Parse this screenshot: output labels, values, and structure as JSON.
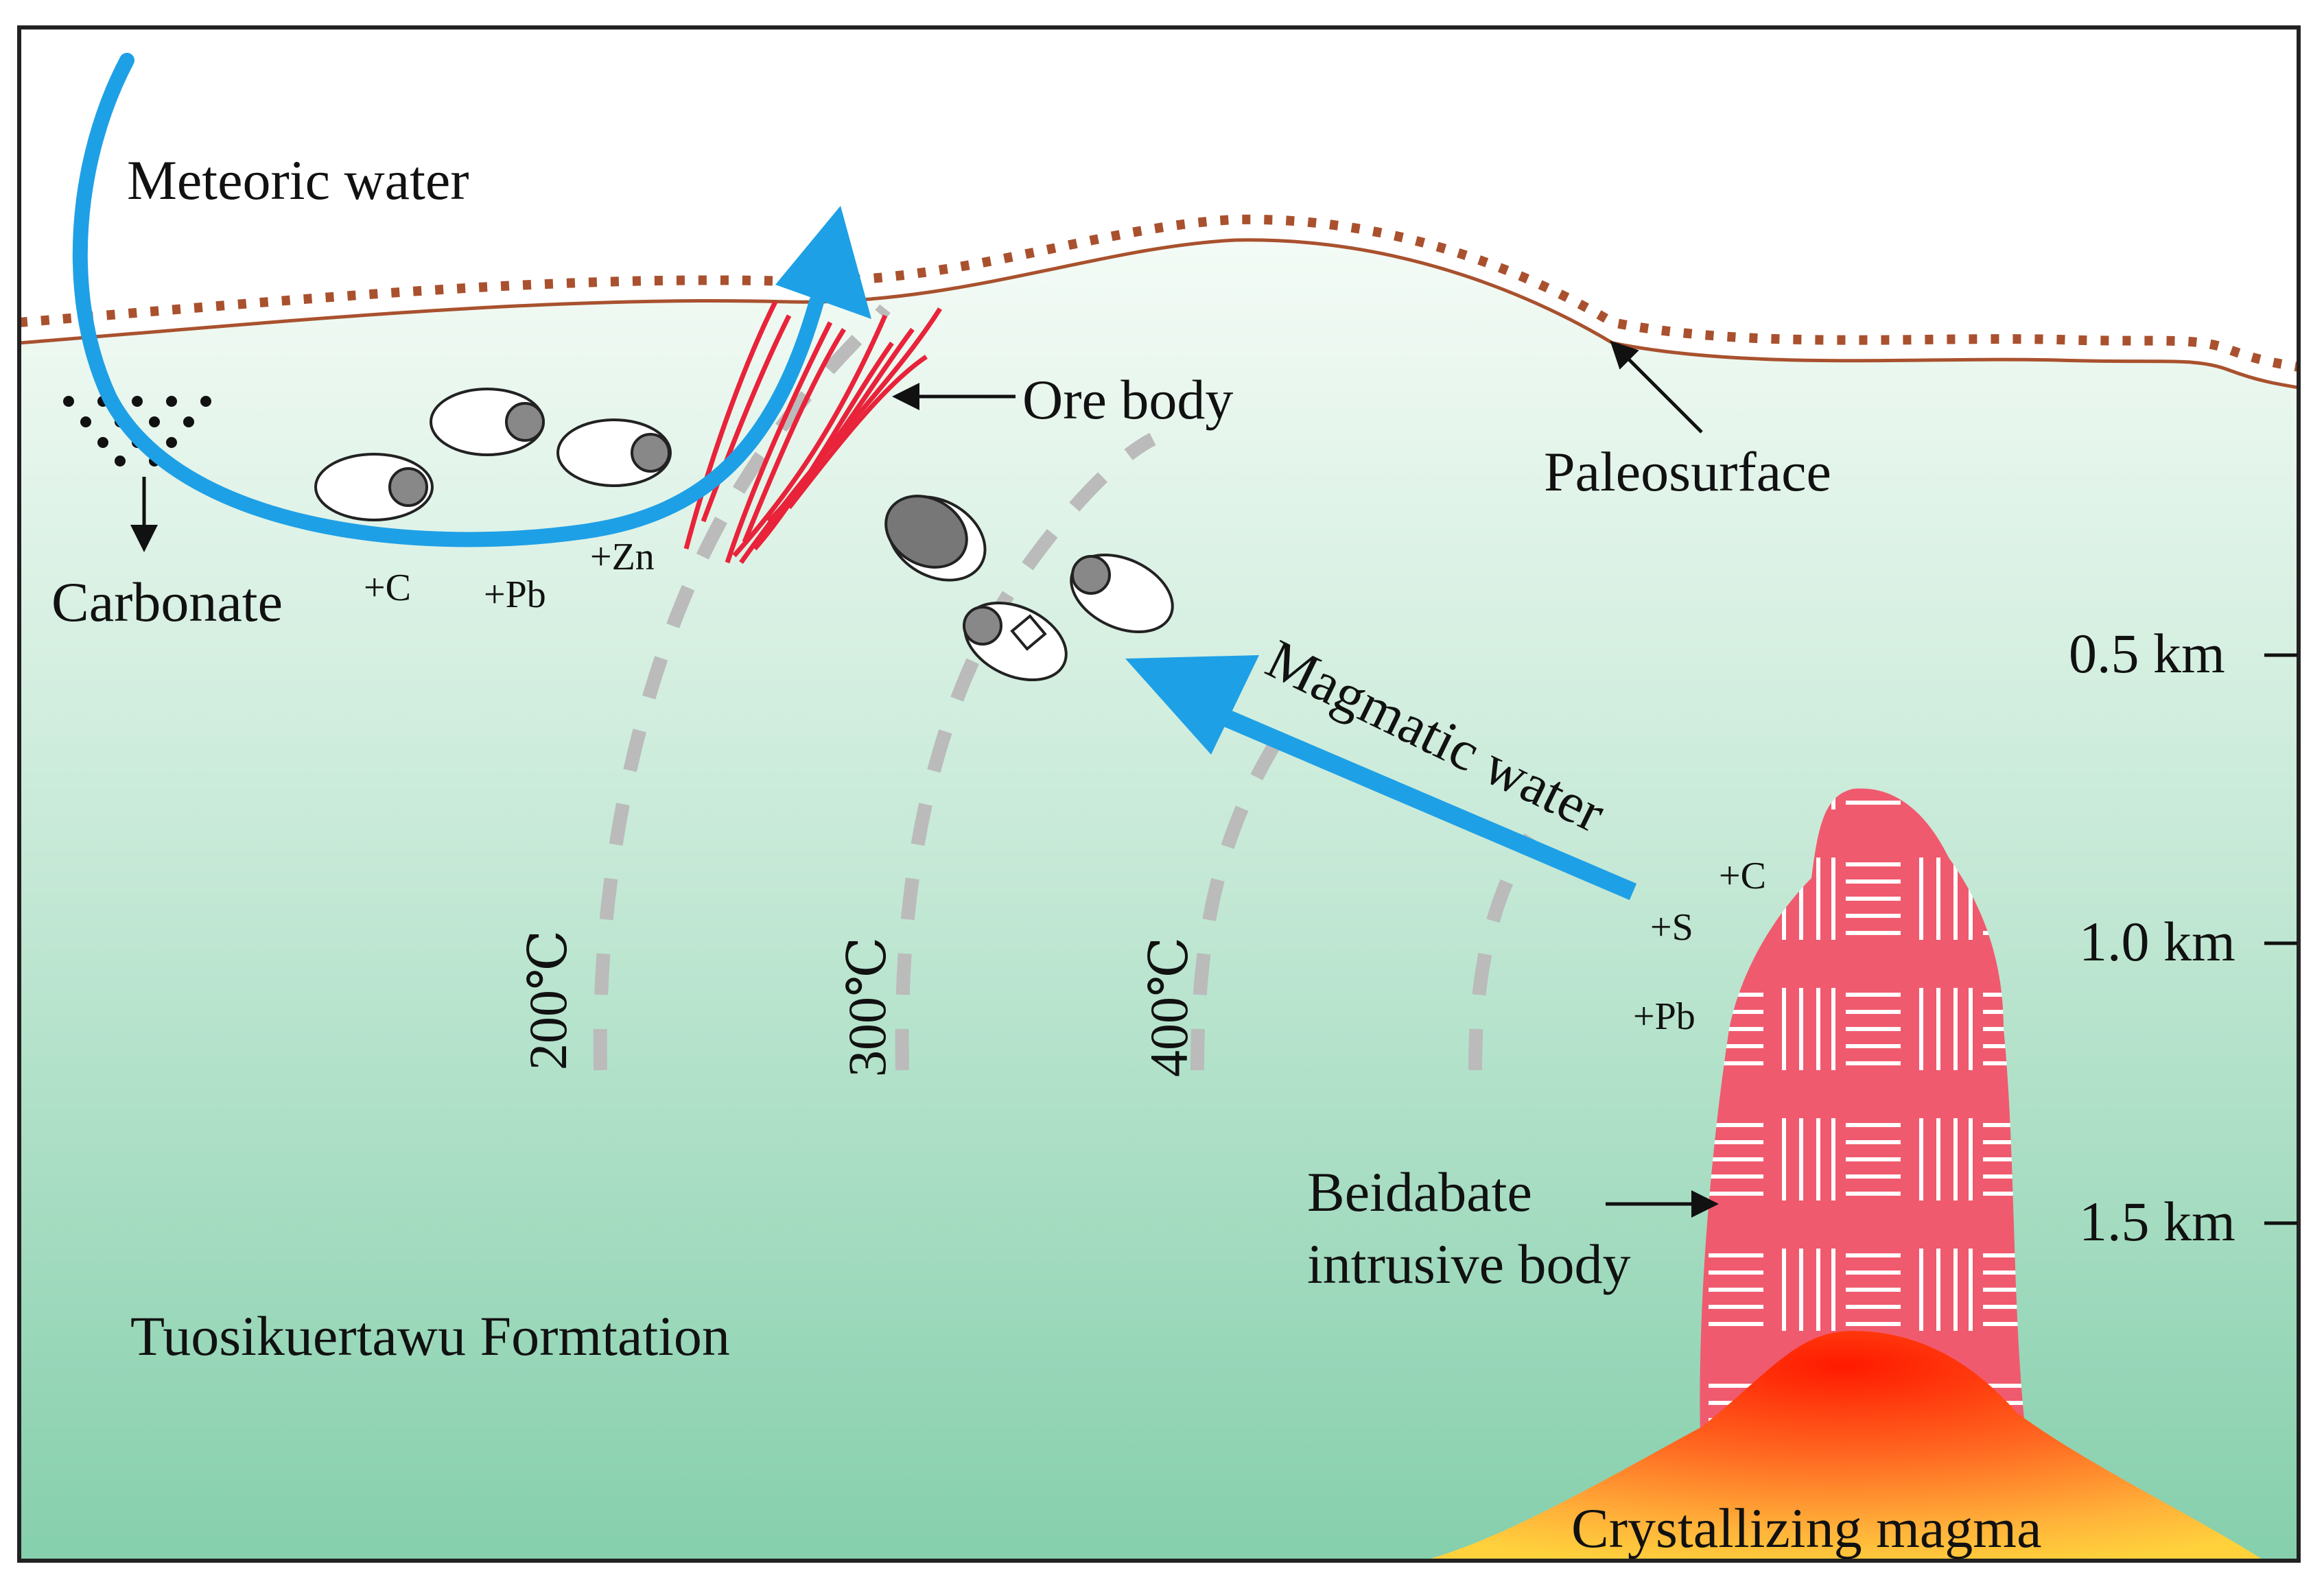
{
  "labels": {
    "meteoric_water": "Meteoric water",
    "ore_body": "Ore body",
    "paleosurface": "Paleosurface",
    "carbonate": "Carbonate",
    "magmatic_water": "Magmatic water",
    "formation": "Tuosikuertawu Formtation",
    "intrusive_line1": "Beidabate",
    "intrusive_line2": "intrusive body",
    "magma": "Crystallizing magma"
  },
  "elements_added": {
    "c_left": "+C",
    "pb_left": "+Pb",
    "zn": "+Zn",
    "c_right": "+C",
    "s_right": "+S",
    "pb_right": "+Pb"
  },
  "isotherms": [
    "200℃",
    "300℃",
    "400℃"
  ],
  "depth_scale": [
    "0.5 km",
    "1.0 km",
    "1.5 km"
  ],
  "colors": {
    "flow_arrow": "#1ea0e6",
    "surface_line": "#a9512e",
    "ore_veins": "#e8233a",
    "intrusion": "#f05a6e",
    "isotherm": "#bbbbbb",
    "background_top": "#ffffff",
    "background_bottom": "#85cfac"
  }
}
